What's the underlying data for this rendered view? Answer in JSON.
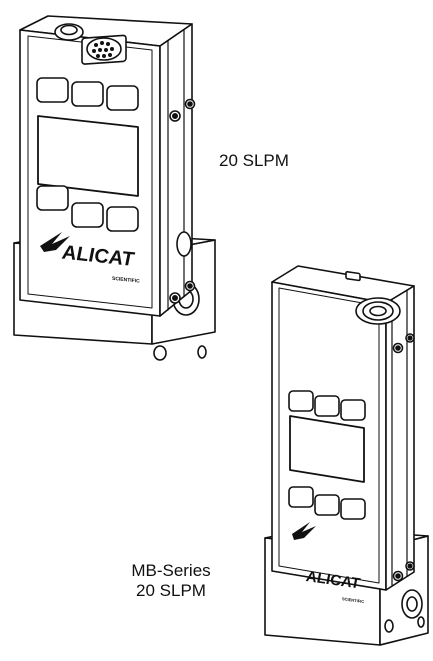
{
  "devices": [
    {
      "id": "device-a",
      "brand": "ALICAT",
      "sub_brand": "SCIENTIFIC",
      "label": "20 SLPM"
    },
    {
      "id": "device-b",
      "brand": "ALICAT",
      "sub_brand": "SCIENTIFIC",
      "label_line1": "MB-Series",
      "label_line2": "20 SLPM"
    }
  ],
  "colors": {
    "stroke": "#111111",
    "fill": "#ffffff"
  }
}
